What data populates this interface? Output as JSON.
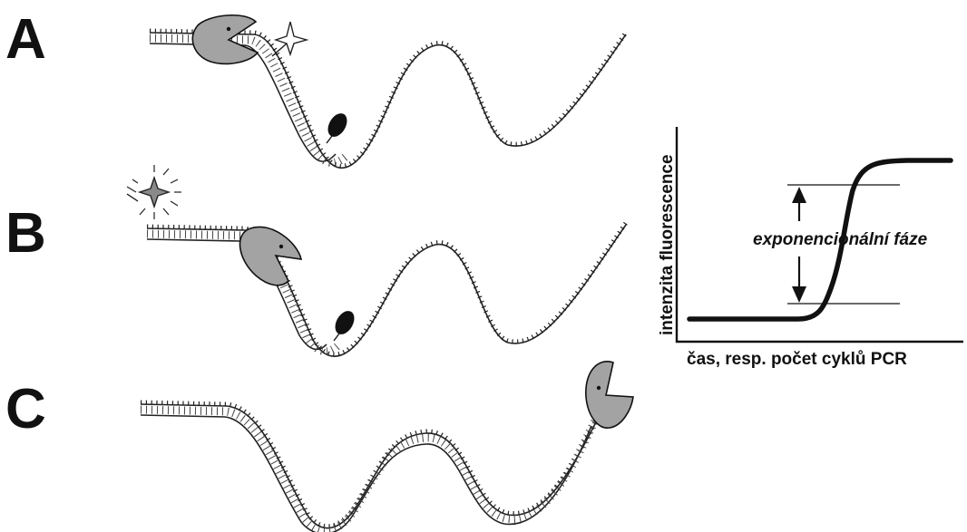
{
  "panels": [
    {
      "letter": "A"
    },
    {
      "letter": "B"
    },
    {
      "letter": "C"
    }
  ],
  "chart": {
    "ylabel": "intenzita fluorescence",
    "xlabel": "čas, resp. počet cyklů PCR",
    "phase_label": "exponencionální fáze"
  },
  "colors": {
    "enzyme_fill": "#a3a3a3",
    "ink": "#111111",
    "background": "#ffffff"
  },
  "icons": [
    "polymerase-enzyme",
    "reporter-dye-star",
    "quencher-dot",
    "fluorescence-burst"
  ]
}
